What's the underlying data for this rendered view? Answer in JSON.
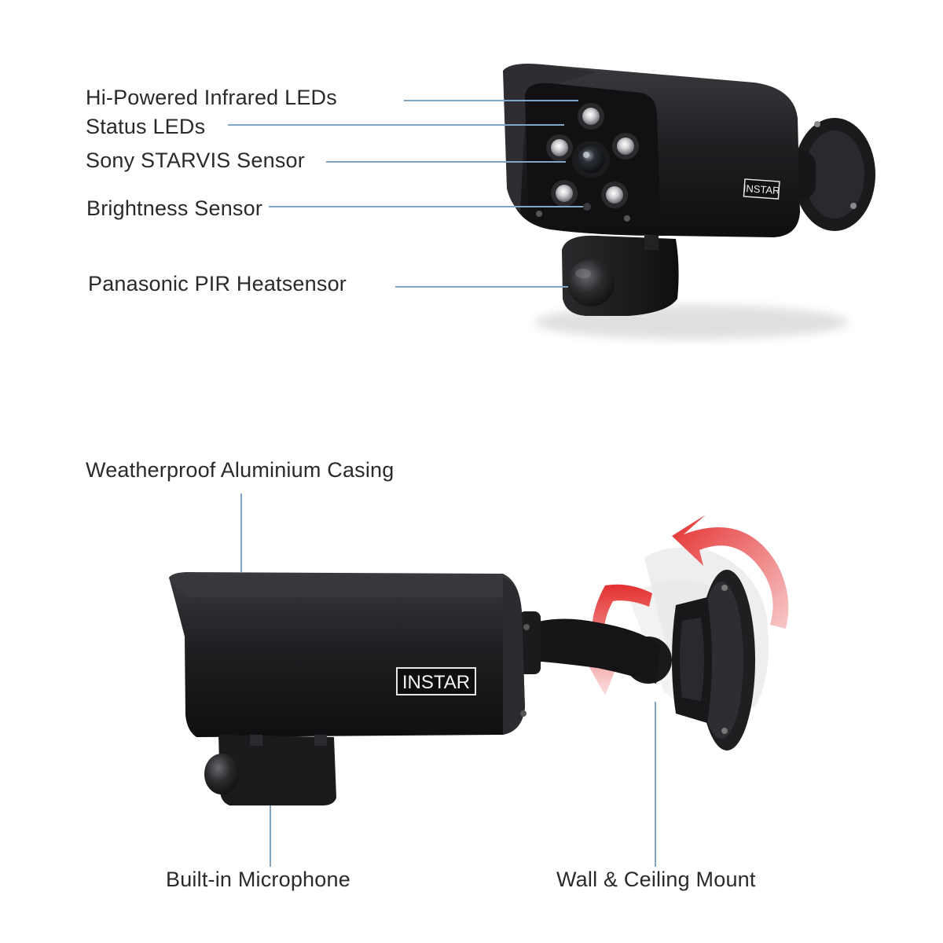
{
  "brand": "INSTAR",
  "colors": {
    "camera_body": "#1c1c1e",
    "leader_line": "#7fa6c6",
    "rotation_arrow": "#e53030",
    "text": "#2a2a2a"
  },
  "top_view": {
    "labels": {
      "ir_leds": "Hi-Powered Infrared LEDs",
      "status_leds": "Status LEDs",
      "sensor": "Sony STARVIS Sensor",
      "brightness": "Brightness Sensor",
      "pir": "Panasonic PIR Heatsensor"
    }
  },
  "side_view": {
    "labels": {
      "casing": "Weatherproof Aluminium Casing",
      "microphone": "Built-in Microphone",
      "mount": "Wall & Ceiling Mount"
    }
  }
}
